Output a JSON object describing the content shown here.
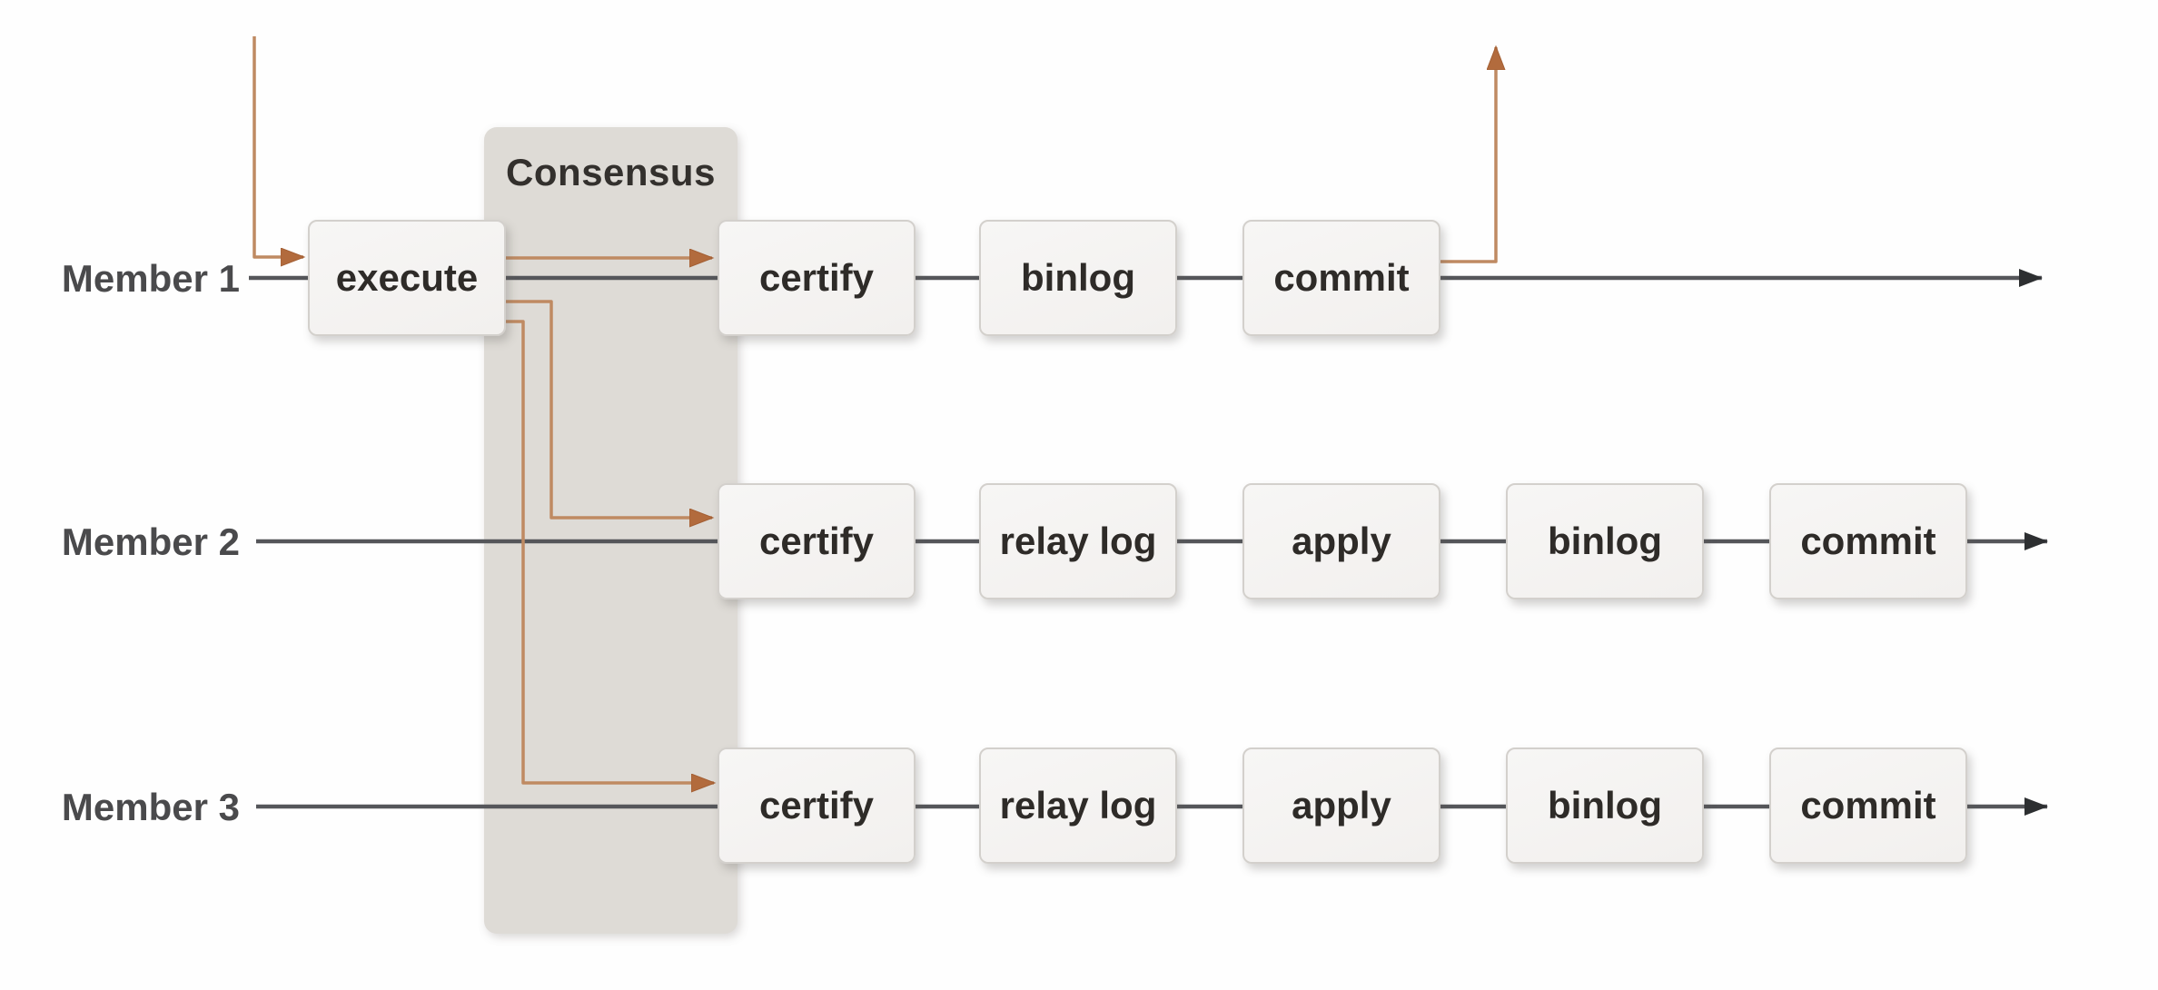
{
  "diagram": {
    "title_hint": "Group replication transaction flow",
    "consensus": {
      "label": "Consensus"
    },
    "members": [
      {
        "label": "Member 1",
        "stages": [
          "execute",
          "certify",
          "binlog",
          "commit"
        ]
      },
      {
        "label": "Member 2",
        "stages": [
          "certify",
          "relay log",
          "apply",
          "binlog",
          "commit"
        ]
      },
      {
        "label": "Member 3",
        "stages": [
          "certify",
          "relay log",
          "apply",
          "binlog",
          "commit"
        ]
      }
    ],
    "arrows": {
      "client_request": "incoming transaction arrow",
      "broadcast_m1": "execute to certify member 1",
      "broadcast_m2": "execute to certify member 2",
      "broadcast_m3": "execute to certify member 3",
      "client_response": "commit response arrow up"
    },
    "colors": {
      "accent_orange": "#bf8a62",
      "arrowhead_orange": "#b26b3d",
      "timeline_gray": "#55565a",
      "arrowhead_gray": "#2d2f31",
      "band_fill": "#dedbd6",
      "box_fill": "#f5f4f2",
      "box_border": "#d3d0cc",
      "box_text": "#2e2b28",
      "member_label_text": "#4a4a4c"
    }
  }
}
